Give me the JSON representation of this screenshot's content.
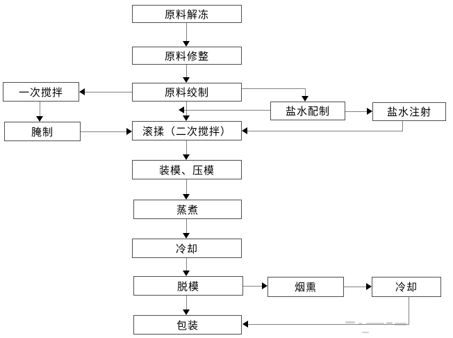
{
  "diagram": {
    "type": "flowchart",
    "nodes": {
      "thaw": {
        "label": "原料解冻"
      },
      "trim": {
        "label": "原料修整"
      },
      "grind": {
        "label": "原料绞制"
      },
      "mix1": {
        "label": "一次搅拌"
      },
      "cure": {
        "label": "腌制"
      },
      "brine_prep": {
        "label": "盐水配制"
      },
      "brine_inject": {
        "label": "盐水注射"
      },
      "tumble": {
        "label": "滚揉（二次搅拌）"
      },
      "mold": {
        "label": "装模、压模"
      },
      "cook": {
        "label": "蒸煮"
      },
      "cool1": {
        "label": "冷却"
      },
      "demold": {
        "label": "脱模"
      },
      "smoke": {
        "label": "烟熏"
      },
      "cool2": {
        "label": "冷却"
      },
      "pack": {
        "label": "包装"
      }
    },
    "edges": [
      {
        "from": "thaw",
        "to": "trim"
      },
      {
        "from": "trim",
        "to": "grind"
      },
      {
        "from": "grind",
        "to": "mix1"
      },
      {
        "from": "mix1",
        "to": "cure"
      },
      {
        "from": "cure",
        "to": "tumble"
      },
      {
        "from": "grind",
        "to": "brine_prep"
      },
      {
        "from": "brine_prep",
        "to": "brine_inject"
      },
      {
        "from": "brine_prep",
        "to": "tumble"
      },
      {
        "from": "grind",
        "to": "tumble"
      },
      {
        "from": "brine_inject",
        "to": "tumble"
      },
      {
        "from": "tumble",
        "to": "mold"
      },
      {
        "from": "mold",
        "to": "cook"
      },
      {
        "from": "cook",
        "to": "cool1"
      },
      {
        "from": "cool1",
        "to": "demold"
      },
      {
        "from": "demold",
        "to": "pack"
      },
      {
        "from": "demold",
        "to": "smoke"
      },
      {
        "from": "smoke",
        "to": "cool2"
      },
      {
        "from": "cool2",
        "to": "pack"
      }
    ],
    "colors": {
      "background": "#ffffff",
      "box_fill": "#ffffff",
      "box_border": "#4d4d4d",
      "line": "#808080",
      "arrowhead": "#000000",
      "text": "#000000"
    }
  }
}
